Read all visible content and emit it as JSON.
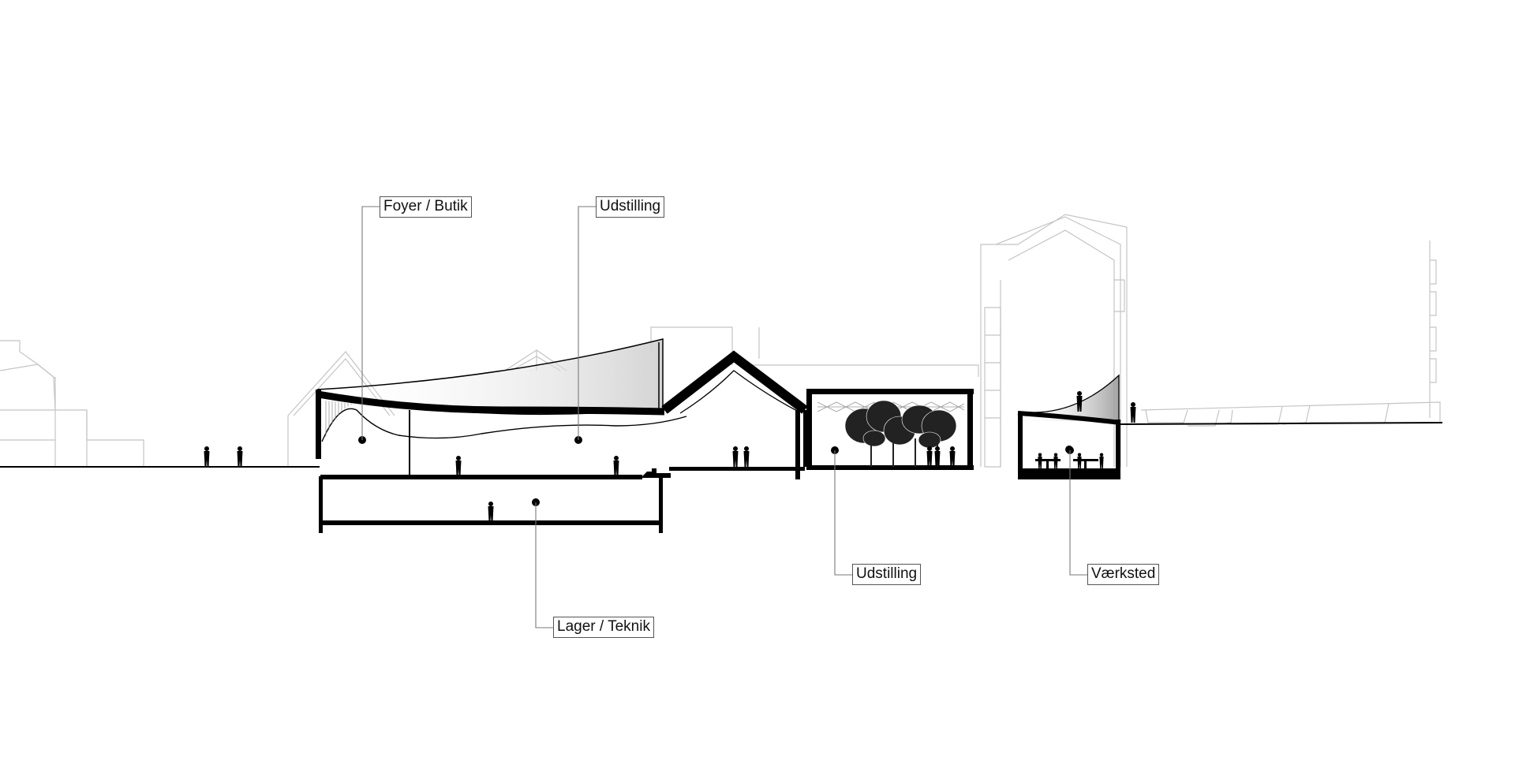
{
  "diagram": {
    "type": "architectural-section",
    "colors": {
      "cut": "#000000",
      "context": "#bdbdbd",
      "leader": "#888888",
      "background": "#ffffff"
    },
    "labels": {
      "foyer": "Foyer / Butik",
      "udstilling_main": "Udstilling",
      "lager": "Lager / Teknik",
      "udstilling_court": "Udstilling",
      "vaerksted": "Værksted"
    }
  }
}
